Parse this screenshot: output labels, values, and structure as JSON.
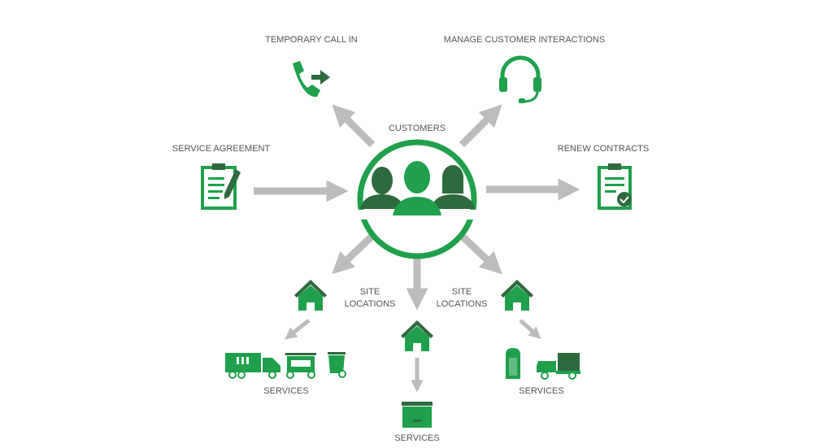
{
  "center": {
    "label": "CUSTOMERS"
  },
  "nodes": {
    "temporary_call_in": "TEMPORARY CALL IN",
    "manage_customer_interactions": "MANAGE CUSTOMER INTERACTIONS",
    "service_agreement": "SERVICE AGREEMENT",
    "renew_contracts": "RENEW CONTRACTS",
    "site_locations_left": [
      "SITE",
      "LOCATIONS"
    ],
    "site_locations_right": [
      "SITE",
      "LOCATIONS"
    ],
    "services_left": "SERVICES",
    "services_center": "SERVICES",
    "services_right": "SERVICES"
  },
  "colors": {
    "green": "#1fa04b",
    "dark_green": "#2e6a3d",
    "arrow": "#bcbcbc",
    "text": "#555555"
  }
}
